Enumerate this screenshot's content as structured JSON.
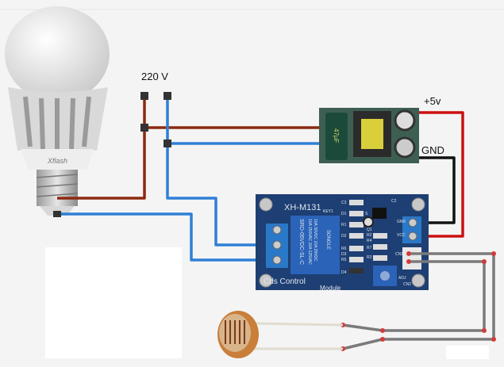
{
  "labels": {
    "mains_voltage": "220 V",
    "psu_plus": "+5v",
    "psu_gnd": "GND"
  },
  "bulb": {
    "brand": "Xflash"
  },
  "psu": {
    "capacitor_marking": "47µF"
  },
  "relay_module": {
    "model": "XH-M131",
    "key_label": "KEY1",
    "title_line1": "Cds  Control",
    "title_line2": "Module",
    "relay_part": "SRD-05VDC-SL-C",
    "relay_brand": "SONGLE",
    "relay_ratings": [
      "10A 250VAC 10A 125VAC",
      "10A 30VDC 10A 28VDC"
    ],
    "pin_labels": [
      "GND",
      "VCC",
      "CN1",
      "ADJ",
      "CN2"
    ],
    "component_labels": [
      "C3",
      "D1",
      "R1",
      "D2",
      "Q1",
      "R2",
      "R4",
      "R6",
      "D3",
      "R5",
      "D4",
      "R7",
      "R3",
      "C2",
      "S"
    ]
  },
  "colors": {
    "live_wire": "#8b2a10",
    "neutral_wire": "#2f7fd6",
    "plus_wire": "#cc1010",
    "gnd_wire": "#111111",
    "sensor_wire": "#7a7a7a",
    "pcb": "#1e3f73",
    "terminal": "#2a78c8"
  }
}
